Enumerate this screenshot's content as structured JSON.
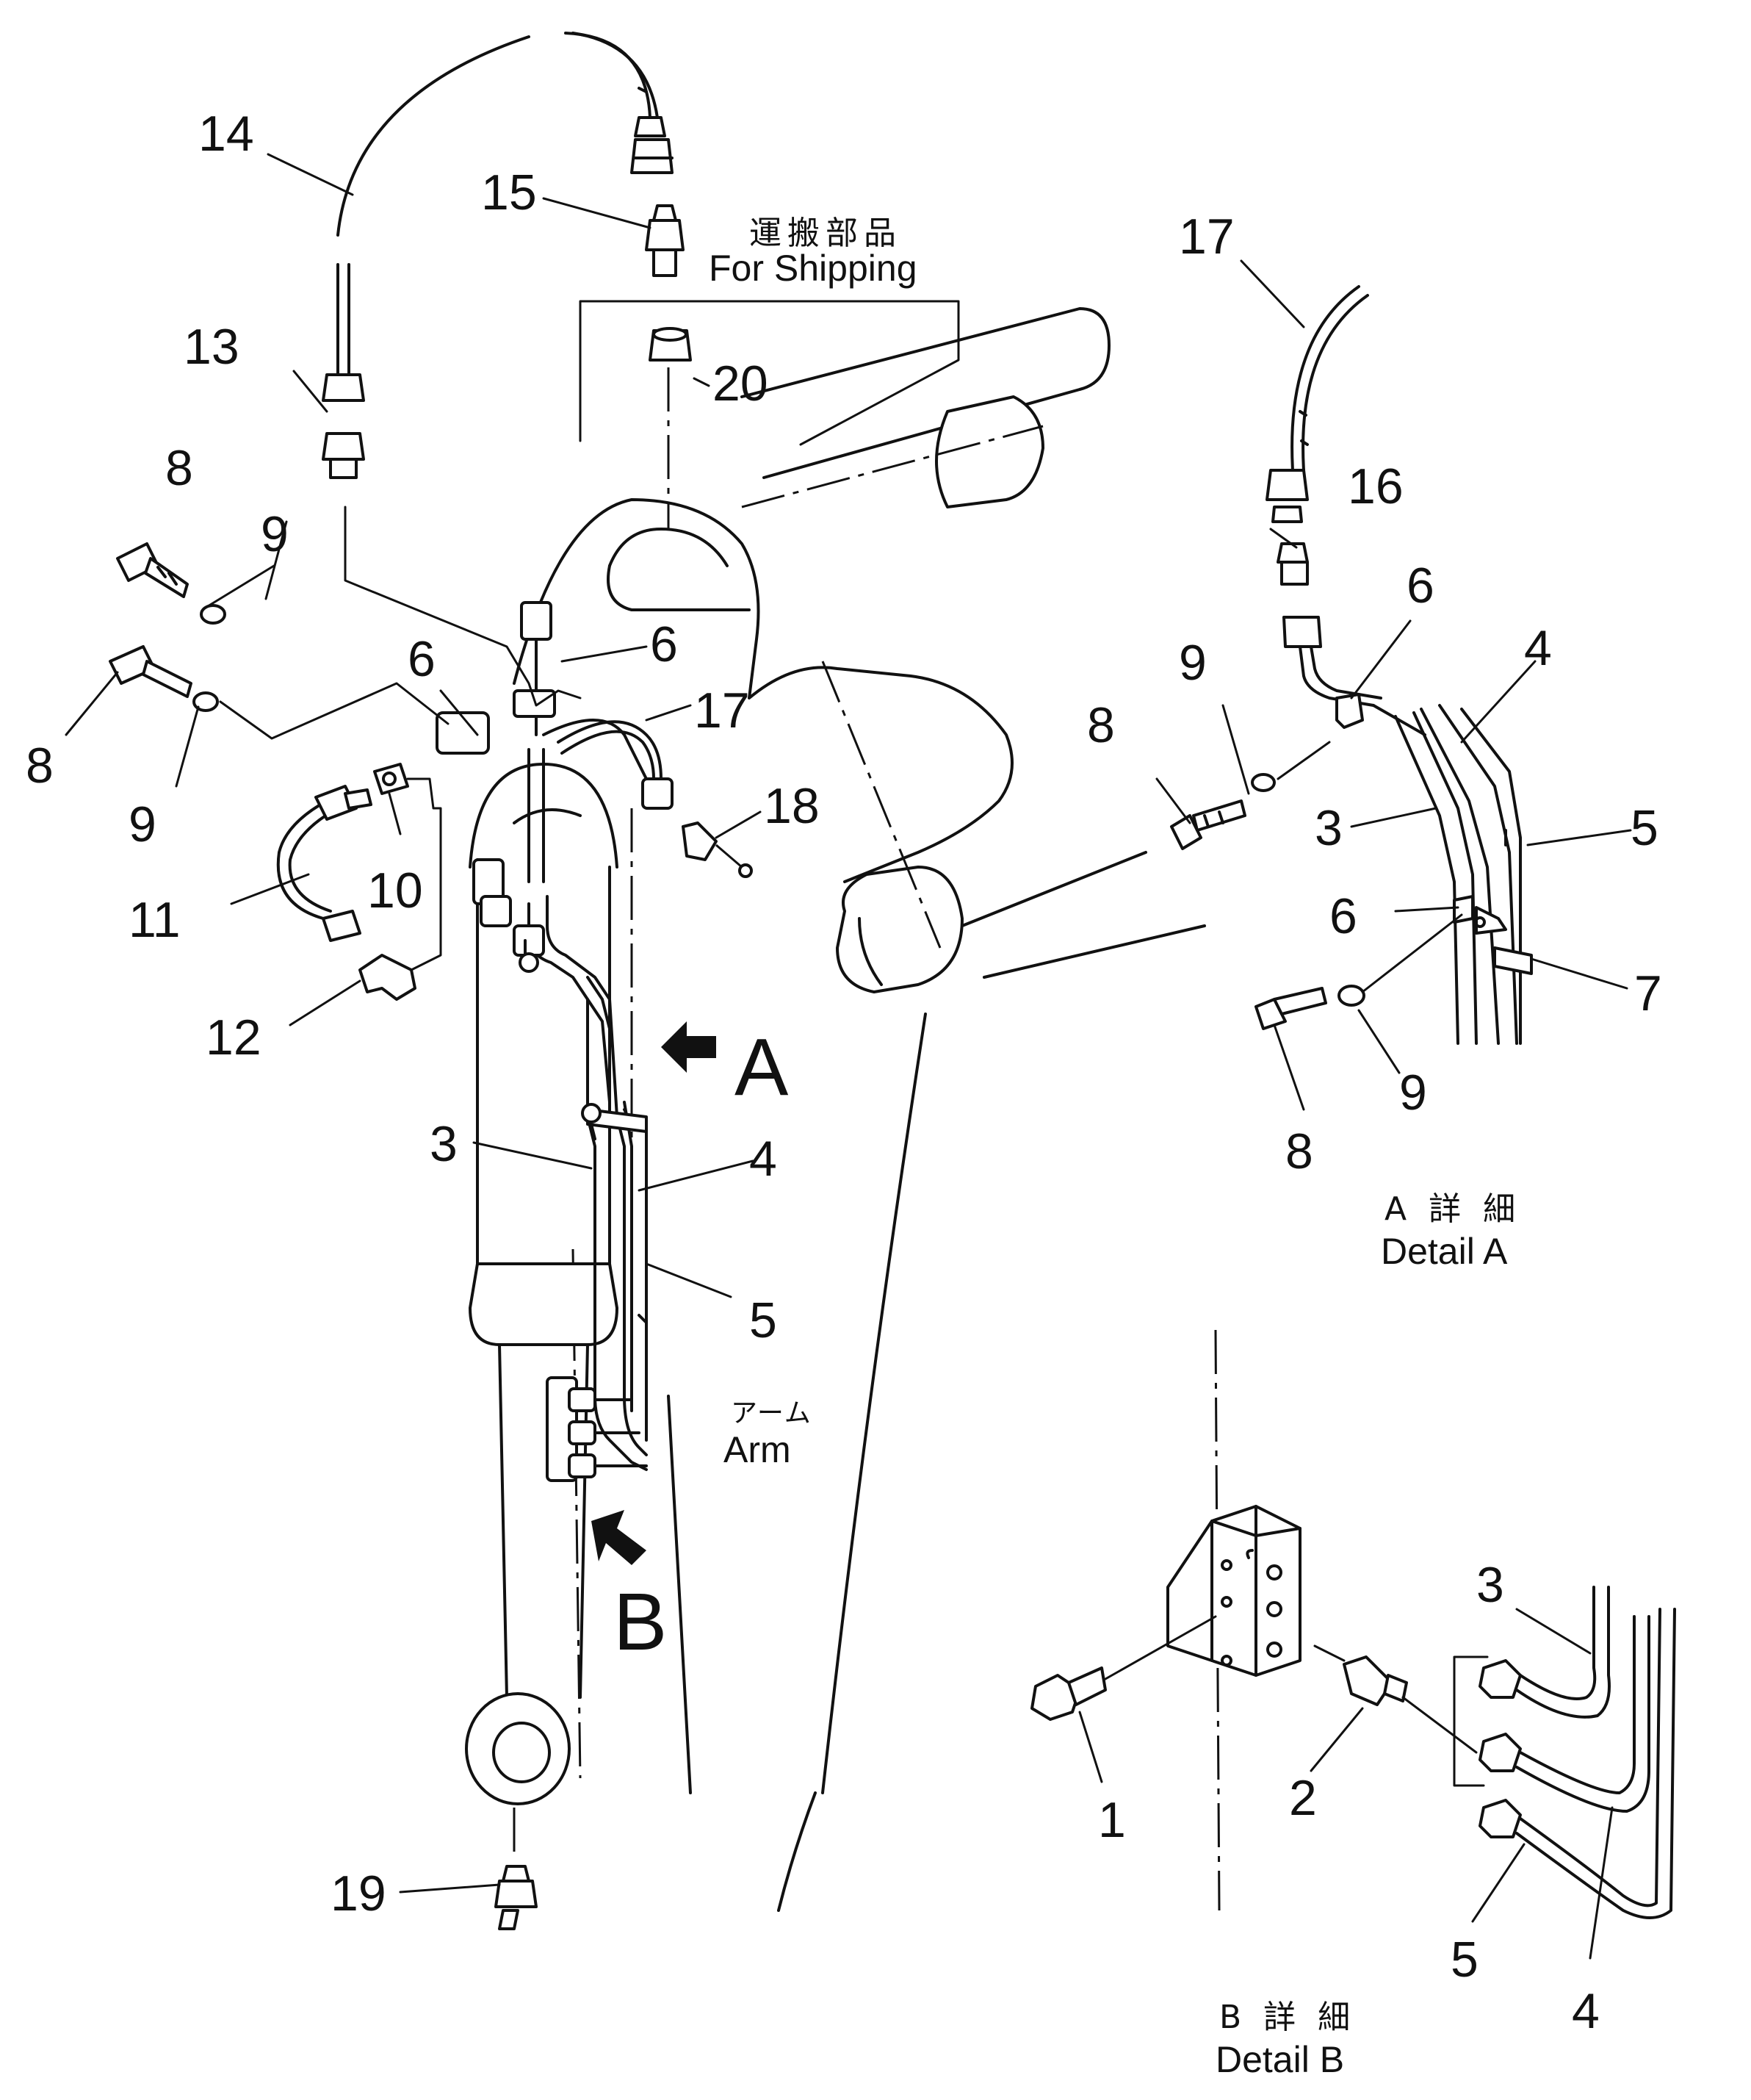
{
  "shipping_note": {
    "jp": "運搬部品",
    "en": "For Shipping"
  },
  "arm_label": {
    "jp": "アーム",
    "en": "Arm"
  },
  "view_markers": {
    "a": "A",
    "b": "B"
  },
  "detail_a": {
    "jp": "A 詳 細",
    "en": "Detail A"
  },
  "detail_b": {
    "jp": "B 詳 細",
    "en": "Detail B"
  },
  "callouts": {
    "main": [
      "14",
      "15",
      "13",
      "20",
      "8",
      "9",
      "8",
      "9",
      "6",
      "6",
      "17",
      "10",
      "18",
      "11",
      "12",
      "3",
      "4",
      "5",
      "19"
    ],
    "detail_a": [
      "17",
      "16",
      "6",
      "9",
      "4",
      "8",
      "3",
      "5",
      "6",
      "7",
      "9",
      "8"
    ],
    "detail_b": [
      "3",
      "1",
      "2",
      "5",
      "4"
    ]
  }
}
